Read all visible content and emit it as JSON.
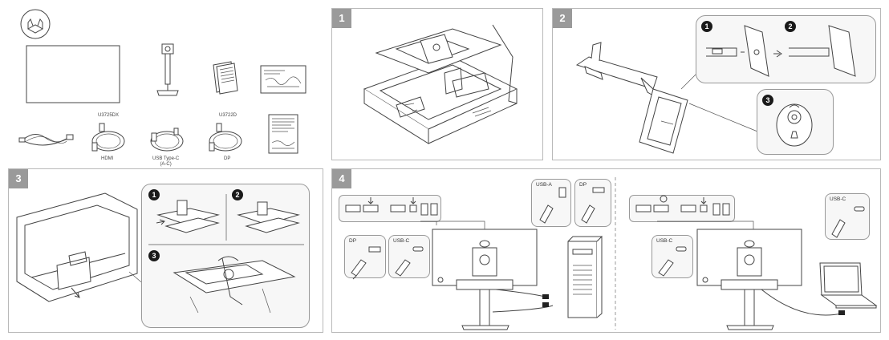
{
  "box_contents": {
    "cables": [
      {
        "label": "HDMI",
        "model": "U3725DX"
      },
      {
        "label": "USB Type-C\n(A-C)",
        "model": ""
      },
      {
        "label": "DP",
        "model": "U3722D"
      }
    ]
  },
  "steps": [
    {
      "number": "1"
    },
    {
      "number": "2",
      "substeps": [
        "1",
        "2",
        "3"
      ]
    },
    {
      "number": "3",
      "substeps": [
        "1",
        "2",
        "3"
      ]
    },
    {
      "number": "4"
    }
  ],
  "connections": {
    "left_setup": {
      "callouts": [
        {
          "label": "DP"
        },
        {
          "label": "USB-C"
        },
        {
          "label": "USB-A"
        },
        {
          "label": "DP"
        }
      ]
    },
    "right_setup": {
      "callouts": [
        {
          "label": "USB-C"
        },
        {
          "label": "USB-C"
        }
      ]
    }
  }
}
